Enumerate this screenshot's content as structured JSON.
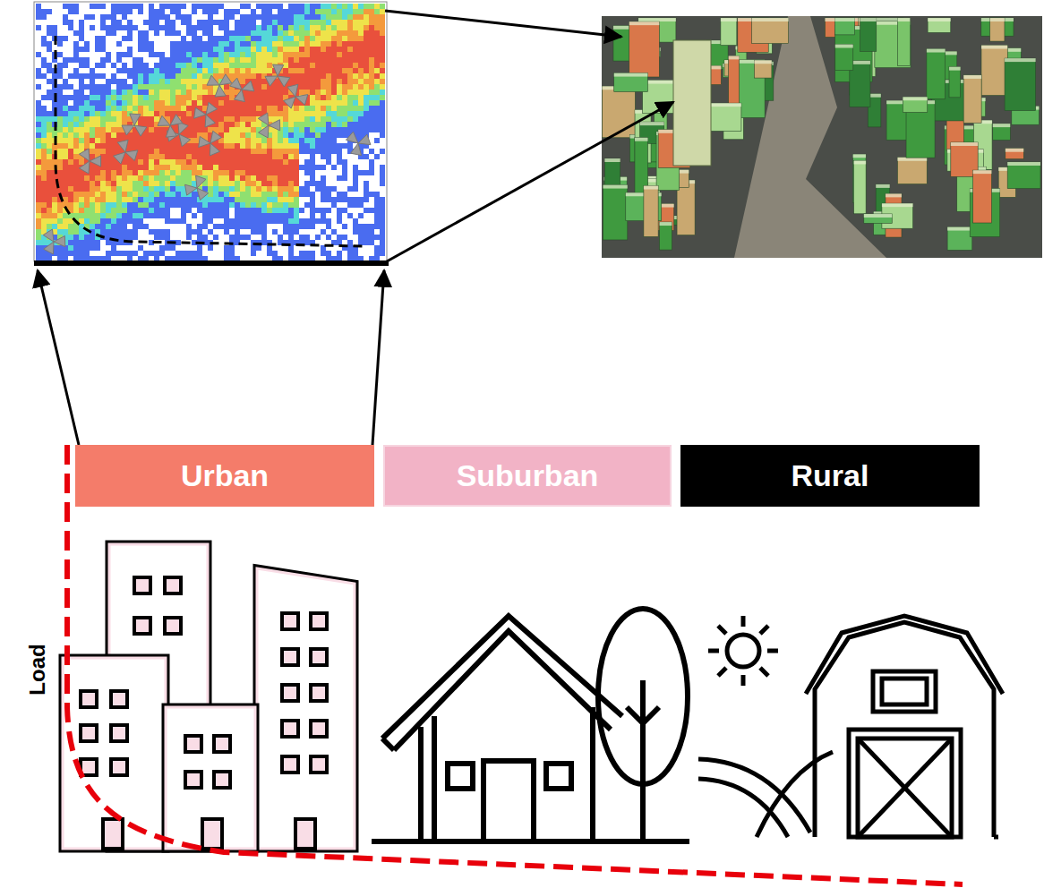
{
  "diagram": {
    "nodes": [
      {
        "text": [
          "Urban"
        ]
      },
      {
        "text": [
          "Suburban"
        ]
      },
      {
        "text": [
          "Rural"
        ]
      }
    ],
    "labels": [
      "Load"
    ]
  }
}
